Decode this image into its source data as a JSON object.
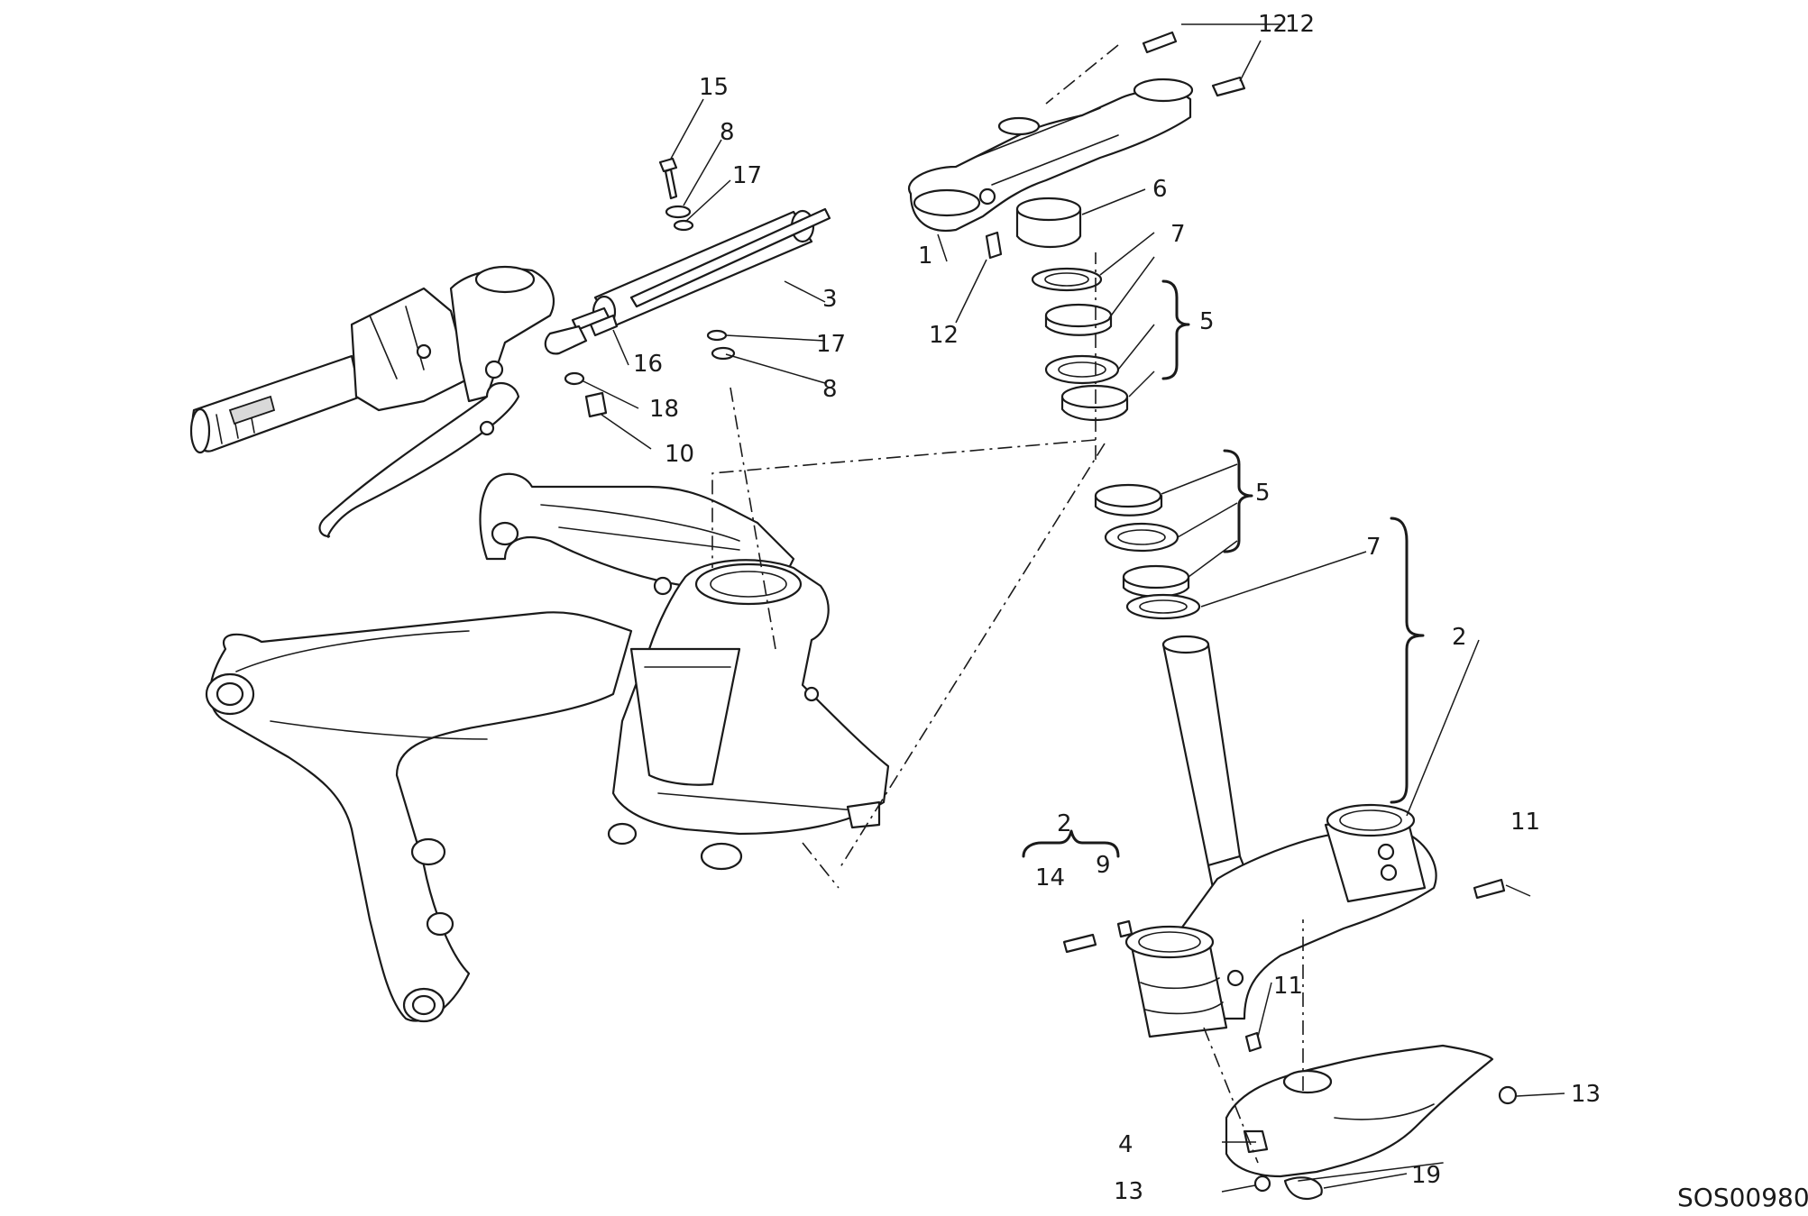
{
  "diagram": {
    "drawing_code": "SOS00980",
    "callouts": {
      "c1": "1",
      "c2a": "2",
      "c2b": "2",
      "c3": "3",
      "c4": "4",
      "c5a": "5",
      "c5b": "5",
      "c6": "6",
      "c7a": "7",
      "c7b": "7",
      "c8a": "8",
      "c8b": "8",
      "c9": "9",
      "c10": "10",
      "c11a": "11",
      "c11b": "11",
      "c12a": "12",
      "c12b": "12",
      "c12c": "12",
      "c13a": "13",
      "c13b": "13",
      "c14": "14",
      "c15": "15",
      "c16": "16",
      "c17a": "17",
      "c17b": "17",
      "c18": "18",
      "c19": "19"
    }
  }
}
